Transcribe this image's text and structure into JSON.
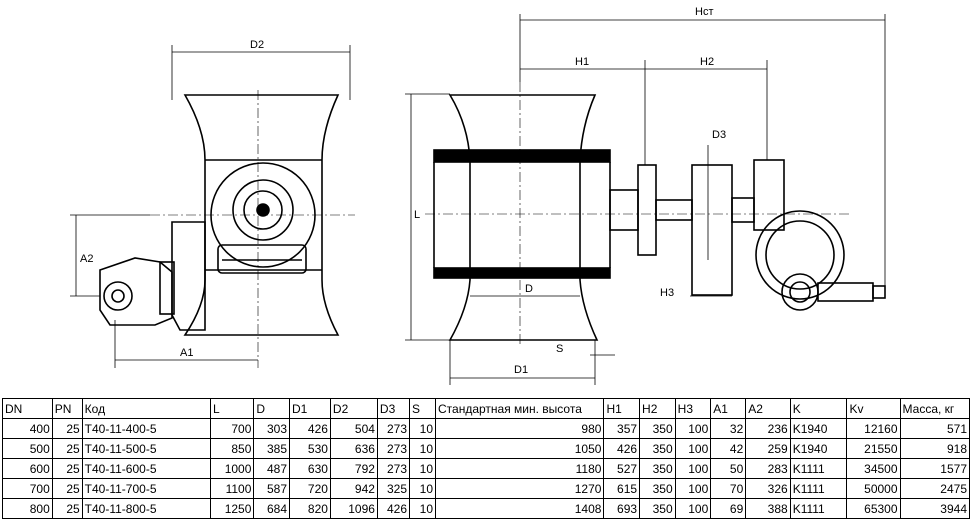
{
  "drawing": {
    "labels": {
      "d2": "D2",
      "a2": "A2",
      "a1": "A1",
      "hst": "Нст",
      "h1": "H1",
      "h2": "H2",
      "d3": "D3",
      "l": "L",
      "d": "D",
      "h3": "H3",
      "s": "S",
      "d1": "D1"
    }
  },
  "table": {
    "headers": [
      "DN",
      "PN",
      "Код",
      "L",
      "D",
      "D1",
      "D2",
      "D3",
      "S",
      "Стандартная мин. высота",
      "H1",
      "H2",
      "H3",
      "A1",
      "A2",
      "K",
      "Kv",
      "Масса, кг"
    ],
    "rows": [
      [
        "400",
        "25",
        "Т40-11-400-5",
        "700",
        "303",
        "426",
        "504",
        "273",
        "10",
        "980",
        "357",
        "350",
        "100",
        "32",
        "236",
        "K1940",
        "12160",
        "571"
      ],
      [
        "500",
        "25",
        "Т40-11-500-5",
        "850",
        "385",
        "530",
        "636",
        "273",
        "10",
        "1050",
        "426",
        "350",
        "100",
        "42",
        "259",
        "K1940",
        "21550",
        "918"
      ],
      [
        "600",
        "25",
        "Т40-11-600-5",
        "1000",
        "487",
        "630",
        "792",
        "273",
        "10",
        "1180",
        "527",
        "350",
        "100",
        "50",
        "283",
        "K1111",
        "34500",
        "1577"
      ],
      [
        "700",
        "25",
        "Т40-11-700-5",
        "1100",
        "587",
        "720",
        "942",
        "325",
        "10",
        "1270",
        "615",
        "350",
        "100",
        "70",
        "326",
        "K1111",
        "50000",
        "2475"
      ],
      [
        "800",
        "25",
        "Т40-11-800-5",
        "1250",
        "684",
        "820",
        "1096",
        "426",
        "10",
        "1408",
        "693",
        "350",
        "100",
        "69",
        "388",
        "K1111",
        "65300",
        "3944"
      ]
    ]
  }
}
